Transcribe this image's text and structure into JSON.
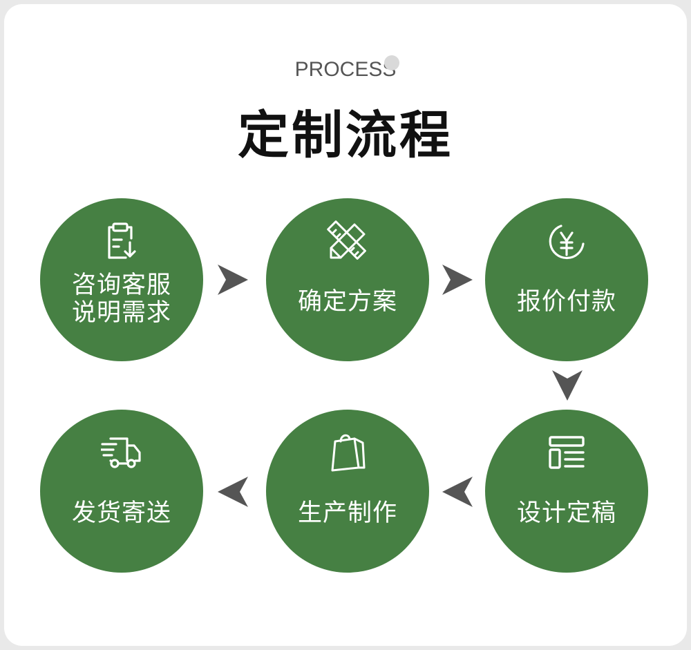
{
  "header": {
    "eyebrow": "PROCESS",
    "title": "定制流程"
  },
  "steps": [
    {
      "label": "咨询客服\n说明需求",
      "icon": "clipboard-download-icon"
    },
    {
      "label": "确定方案",
      "icon": "pencil-ruler-icon"
    },
    {
      "label": "报价付款",
      "icon": "yen-coin-icon"
    },
    {
      "label": "设计定稿",
      "icon": "layout-template-icon"
    },
    {
      "label": "生产制作",
      "icon": "shopping-bag-icon"
    },
    {
      "label": "发货寄送",
      "icon": "delivery-truck-icon"
    }
  ],
  "colors": {
    "circle": "#468043",
    "arrow": "#555555",
    "background": "#ffffff"
  }
}
